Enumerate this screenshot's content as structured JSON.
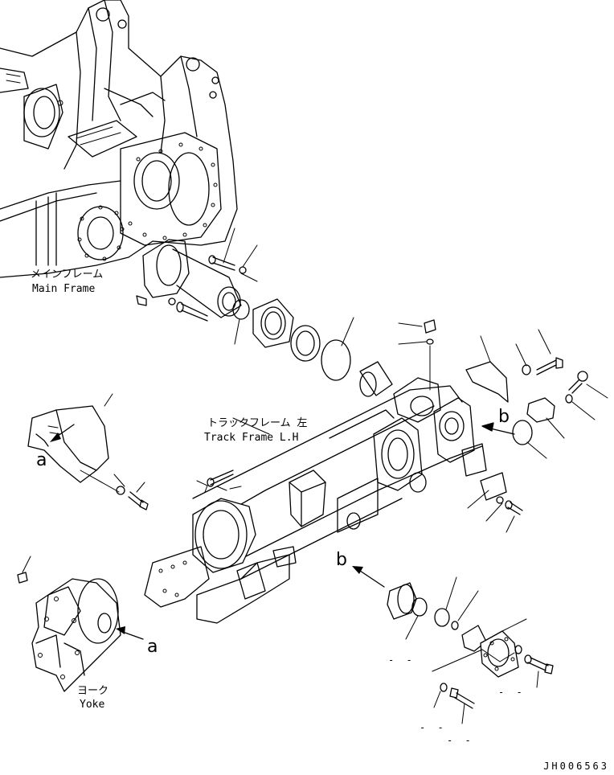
{
  "labels": {
    "main_frame_jp": "メインフレーム",
    "main_frame_en": "Main Frame",
    "track_frame_jp": "トラックフレーム 左",
    "track_frame_en": "Track Frame L.H",
    "yoke_jp": "ヨーク",
    "yoke_en": "Yoke"
  },
  "callouts": {
    "a_left": "a",
    "a_lower": "a",
    "b_upper": "b",
    "b_lower": "b"
  },
  "part_number_placeholders": [
    "- -",
    "- -",
    "- -",
    "- -"
  ],
  "drawing_code": "JH006563"
}
